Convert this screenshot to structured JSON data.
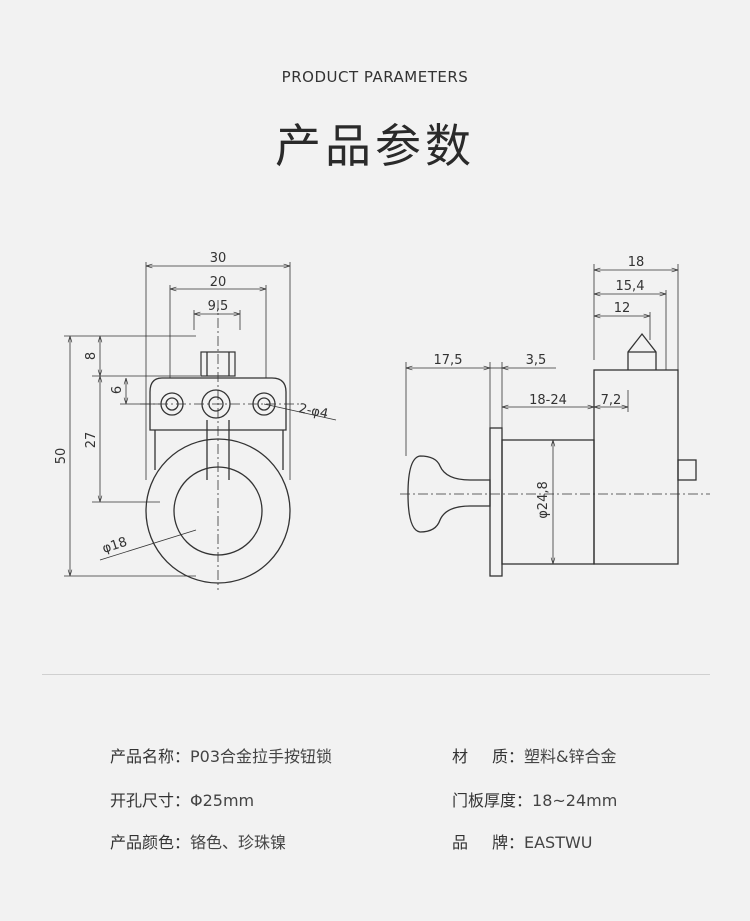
{
  "header": {
    "subtitle": "PRODUCT PARAMETERS",
    "title": "产品参数"
  },
  "drawing_labels": {
    "front": {
      "w30": "30",
      "w20": "20",
      "w95": "9,5",
      "h8": "8",
      "h6": "6",
      "h27": "27",
      "h50": "50",
      "holes": "2-φ4",
      "dia18": "φ18"
    },
    "side": {
      "d175": "17,5",
      "d35": "3,5",
      "d1824": "18-24",
      "d72": "7,2",
      "d18": "18",
      "d154": "15,4",
      "d12": "12",
      "dia248": "φ24,8"
    }
  },
  "specs": {
    "name_label": "产品名称：",
    "name_value": "P03合金拉手按钮锁",
    "material_label_a": "材",
    "material_label_b": "质：",
    "material_value": "塑料&锌合金",
    "hole_label": "开孔尺寸：",
    "hole_value": "Φ25mm",
    "door_label": "门板厚度：",
    "door_value": "18~24mm",
    "color_label": "产品颜色：",
    "color_value": "铬色、珍珠镍",
    "brand_label_a": "品",
    "brand_label_b": "牌：",
    "brand_value": "EASTWU"
  }
}
